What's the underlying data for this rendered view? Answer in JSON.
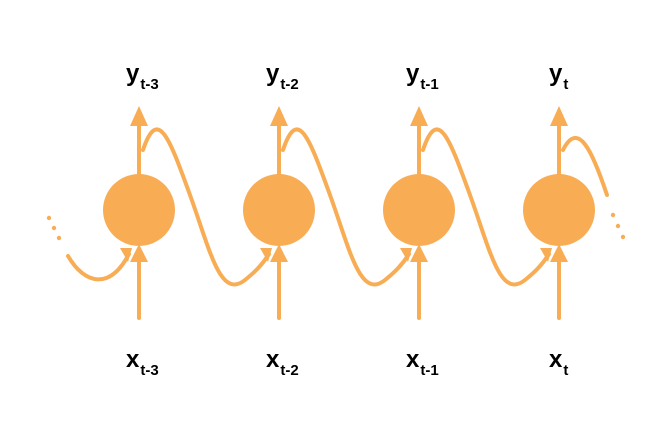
{
  "colors": {
    "node": "#F8AD55",
    "stroke": "#F8AD55",
    "text": "#000000"
  },
  "outputs": [
    {
      "base": "y",
      "sub": "t-3"
    },
    {
      "base": "y",
      "sub": "t-2"
    },
    {
      "base": "y",
      "sub": "t-1"
    },
    {
      "base": "y",
      "sub": "t"
    }
  ],
  "inputs": [
    {
      "base": "x",
      "sub": "t-3"
    },
    {
      "base": "x",
      "sub": "t-2"
    },
    {
      "base": "x",
      "sub": "t-1"
    },
    {
      "base": "x",
      "sub": "t"
    }
  ]
}
